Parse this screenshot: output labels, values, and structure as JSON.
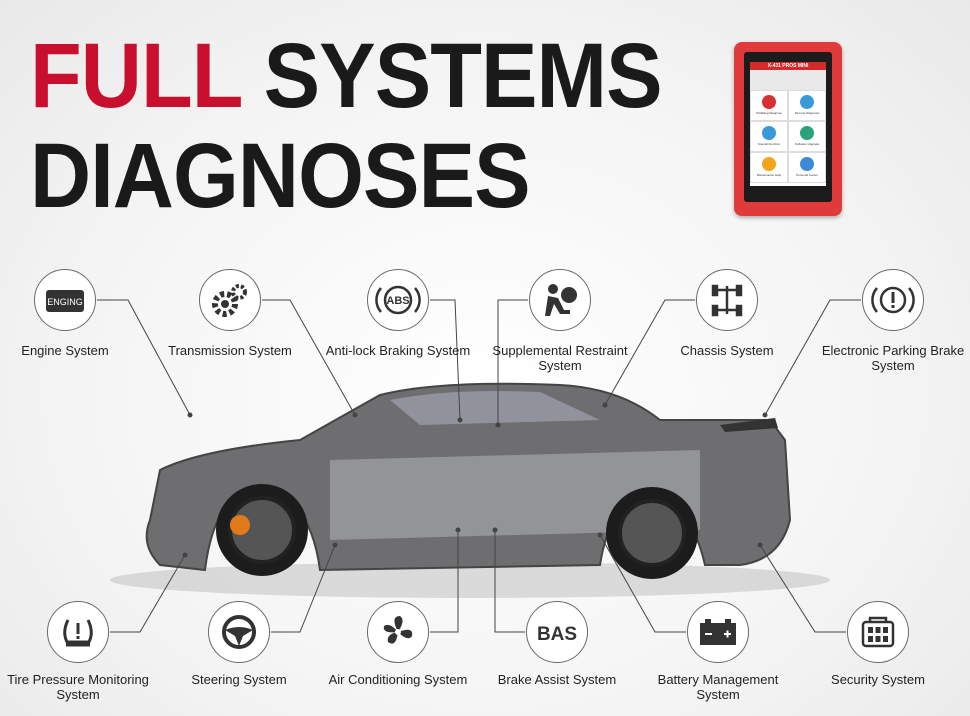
{
  "headline": {
    "line1_red": "FULL",
    "line1_rest": " SYSTEMS",
    "line2": "DIAGNOSES"
  },
  "colors": {
    "accent": "#c8102e",
    "text": "#1a1a1a",
    "tablet": "#e03a3a"
  },
  "tablet": {
    "title": "X-431 PROS MINI",
    "apps": [
      {
        "label": "TotalDiag Diagnose",
        "color": "#d83030"
      },
      {
        "label": "Remote Diagnosis",
        "color": "#3a9ad9"
      },
      {
        "label": "Special Function",
        "color": "#3a9ad9"
      },
      {
        "label": "Software Upgrade",
        "color": "#2aa37a"
      },
      {
        "label": "Maintenance Help",
        "color": "#f2a51a"
      },
      {
        "label": "Personal Center",
        "color": "#3a8ad9"
      }
    ]
  },
  "top_systems": [
    {
      "label": "Engine System",
      "icon": "engine-icon",
      "icon_text": "ENGING"
    },
    {
      "label": "Transmission System",
      "icon": "gears-icon"
    },
    {
      "label": "Anti-lock Braking System",
      "icon": "abs-icon",
      "icon_text": "ABS"
    },
    {
      "label": "Supplemental Restraint System",
      "icon": "airbag-icon"
    },
    {
      "label": "Chassis System",
      "icon": "chassis-icon"
    },
    {
      "label": "Electronic Parking Brake System",
      "icon": "parking-brake-icon"
    }
  ],
  "bottom_systems": [
    {
      "label": "Tire Pressure Monitoring System",
      "icon": "tire-pressure-icon"
    },
    {
      "label": "Steering System",
      "icon": "steering-wheel-icon"
    },
    {
      "label": "Air Conditioning System",
      "icon": "fan-icon"
    },
    {
      "label": "Brake Assist System",
      "icon": "bas-icon",
      "icon_text": "BAS"
    },
    {
      "label": "Battery Management System",
      "icon": "battery-icon"
    },
    {
      "label": "Security System",
      "icon": "security-icon"
    }
  ]
}
